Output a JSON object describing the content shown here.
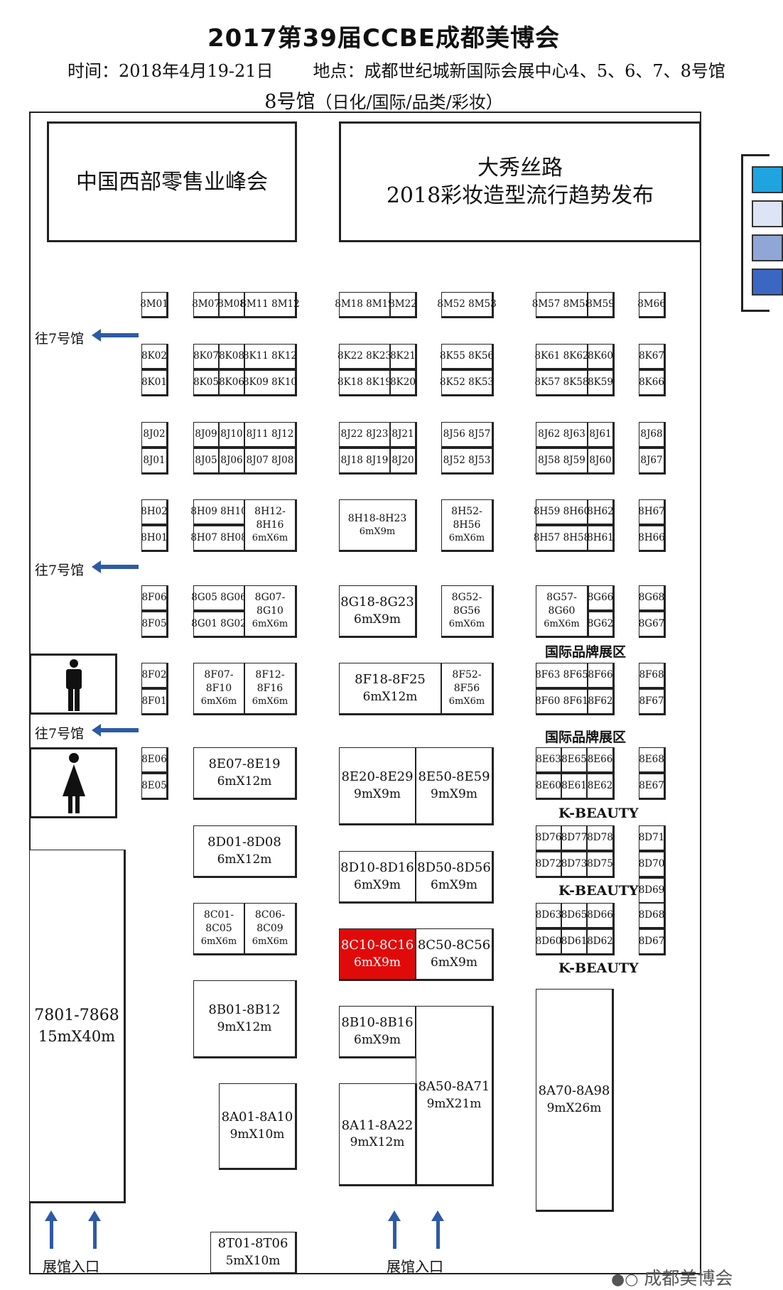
{
  "header": {
    "title": "2017第39届CCBE成都美博会",
    "time": "时间：2018年4月19-21日",
    "location": "地点：成都世纪城新国际会展中心4、5、6、7、8号馆",
    "hall_name": "8号馆",
    "hall_categories": "（日化/国际/品类/彩妆）"
  },
  "areas": {
    "summit": "中国西部零售业峰会",
    "show_line1": "大秀丝路",
    "show_line2": "2018彩妆造型流行趋势发布",
    "hall7_block": {
      "code": "7801-7868",
      "size": "15mX40m"
    }
  },
  "labels": {
    "to_hall7": "往7号馆",
    "entrance": "展馆入口",
    "intl_zone": "国际品牌展区",
    "kbeauty": "K-BEAUTY",
    "watermark": "成都美博会"
  },
  "legend_colors": [
    "#1fa4e0",
    "#dce4f5",
    "#8fa6d6",
    "#3b67c2"
  ],
  "booths": [
    [
      "8M01"
    ],
    [
      "8M07"
    ],
    [
      "8M08"
    ],
    [
      "8M11 8M12"
    ],
    [
      "8M18 8M19"
    ],
    [
      "8M22"
    ],
    [
      "8M52 8M53"
    ],
    [
      "8M57 8M58"
    ],
    [
      "8M59"
    ],
    [
      "8M66"
    ],
    [
      "8K02"
    ],
    [
      "8K07"
    ],
    [
      "8K08"
    ],
    [
      "8K11 8K12"
    ],
    [
      "8K22 8K23"
    ],
    [
      "8K21"
    ],
    [
      "8K55 8K56"
    ],
    [
      "8K61 8K62"
    ],
    [
      "8K60"
    ],
    [
      "8K67"
    ],
    [
      "8K01"
    ],
    [
      "8K05"
    ],
    [
      "8K06"
    ],
    [
      "8K09 8K10"
    ],
    [
      "8K18 8K19"
    ],
    [
      "8K20"
    ],
    [
      "8K52 8K53"
    ],
    [
      "8K57 8K58"
    ],
    [
      "8K59"
    ],
    [
      "8K66"
    ],
    [
      "8J02"
    ],
    [
      "8J09"
    ],
    [
      "8J10"
    ],
    [
      "8J11 8J12"
    ],
    [
      "8J22 8J23"
    ],
    [
      "8J21"
    ],
    [
      "8J56 8J57"
    ],
    [
      "8J62 8J63"
    ],
    [
      "8J61"
    ],
    [
      "8J68"
    ],
    [
      "8J01"
    ],
    [
      "8J05"
    ],
    [
      "8J06"
    ],
    [
      "8J07 8J08"
    ],
    [
      "8J18 8J19"
    ],
    [
      "8J20"
    ],
    [
      "8J52 8J53"
    ],
    [
      "8J58 8J59"
    ],
    [
      "8J60"
    ],
    [
      "8J67"
    ],
    [
      "8H02"
    ],
    [
      "8H09 8H10"
    ],
    [
      "8H59 8H60"
    ],
    [
      "8H62"
    ],
    [
      "8H67"
    ],
    [
      "8H01"
    ],
    [
      "8H07 8H08"
    ],
    [
      "8H57 8H58"
    ],
    [
      "8H61"
    ],
    [
      "8H66"
    ],
    [
      "8F06"
    ],
    [
      "8G05 8G06"
    ],
    [
      "8G66"
    ],
    [
      "8G68"
    ],
    [
      "8F05"
    ],
    [
      "8G01 8G02"
    ],
    [
      "8G62"
    ],
    [
      "8G67"
    ],
    [
      "8F02"
    ],
    [
      "8F63 8F65"
    ],
    [
      "8F66"
    ],
    [
      "8F68"
    ],
    [
      "8F01"
    ],
    [
      "8F60 8F61"
    ],
    [
      "8F62"
    ],
    [
      "8F67"
    ],
    [
      "8E06"
    ],
    [
      "8E63"
    ],
    [
      "8E65"
    ],
    [
      "8E66"
    ],
    [
      "8E68"
    ],
    [
      "8E05"
    ],
    [
      "8E60"
    ],
    [
      "8E61"
    ],
    [
      "8E62"
    ],
    [
      "8E67"
    ],
    [
      "8D76"
    ],
    [
      "8D77"
    ],
    [
      "8D78"
    ],
    [
      "8D71"
    ],
    [
      "8D72"
    ],
    [
      "8D73"
    ],
    [
      "8D75"
    ],
    [
      "8D70"
    ],
    [
      "8D69"
    ],
    [
      "8D63"
    ],
    [
      "8D65"
    ],
    [
      "8D66"
    ],
    [
      "8D68"
    ],
    [
      "8D60"
    ],
    [
      "8D61"
    ],
    [
      "8D62"
    ],
    [
      "8D67"
    ]
  ],
  "groups": [
    {
      "code": "8H12-\n8H16",
      "size": "6mX6m"
    },
    {
      "code": "8H18-8H23",
      "size": "6mX9m"
    },
    {
      "code": "8H52-\n8H56",
      "size": "6mX6m"
    },
    {
      "code": "8G07-\n8G10",
      "size": "6mX6m"
    },
    {
      "code": "8G18-8G23",
      "size": "6mX9m"
    },
    {
      "code": "8G52-\n8G56",
      "size": "6mX6m"
    },
    {
      "code": "8G57-\n8G60",
      "size": "6mX6m"
    },
    {
      "code": "8F07-\n8F10",
      "size": "6mX6m"
    },
    {
      "code": "8F12-\n8F16",
      "size": "6mX6m"
    },
    {
      "code": "8F18-8F25",
      "size": "6mX12m"
    },
    {
      "code": "8F52-\n8F56",
      "size": "6mX6m"
    },
    {
      "code": "8E07-8E19",
      "size": "6mX12m"
    },
    {
      "code": "8E20-8E29",
      "size": "9mX9m"
    },
    {
      "code": "8E50-8E59",
      "size": "9mX9m"
    },
    {
      "code": "8D01-8D08",
      "size": "6mX12m"
    },
    {
      "code": "8D10-8D16",
      "size": "6mX9m"
    },
    {
      "code": "8D50-8D56",
      "size": "6mX9m"
    },
    {
      "code": "8C01-\n8C05",
      "size": "6mX6m"
    },
    {
      "code": "8C06-\n8C09",
      "size": "6mX6m"
    },
    {
      "code": "8C10-8C16",
      "size": "6mX9m"
    },
    {
      "code": "8C50-8C56",
      "size": "6mX9m"
    },
    {
      "code": "8B01-8B12",
      "size": "9mX12m"
    },
    {
      "code": "8B10-8B16",
      "size": "6mX9m"
    },
    {
      "code": "8A50-8A71",
      "size": "9mX21m"
    },
    {
      "code": "8A70-8A98",
      "size": "9mX26m"
    },
    {
      "code": "8A01-8A10",
      "size": "9mX10m"
    },
    {
      "code": "8A11-8A22",
      "size": "9mX12m"
    },
    {
      "code": "8T01-8T06",
      "size": "5mX10m"
    }
  ]
}
